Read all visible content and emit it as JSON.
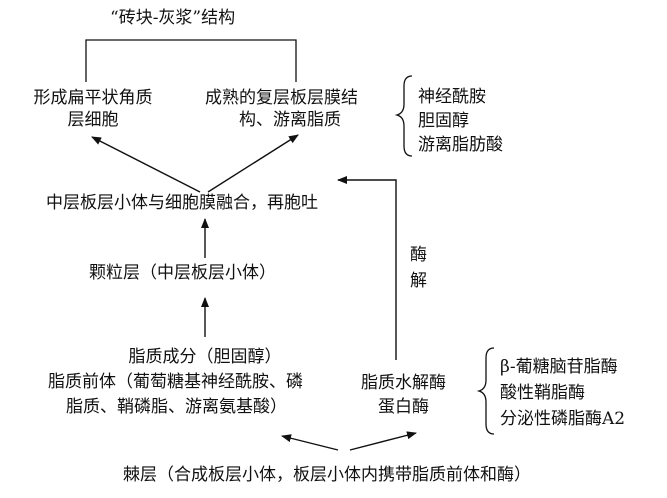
{
  "top_label": "“砖块-灰浆”结构",
  "left_outcome": [
    "形成扁平状角质",
    "层细胞"
  ],
  "right_outcome": [
    "成熟的复层板层膜结",
    "构、游离脂质"
  ],
  "right_outcome_components": [
    "神经酰胺",
    "胆固醇",
    "游离脂肪酸"
  ],
  "fusion_step": "中层板层小体与细胞膜融合，再胞吐",
  "granular_layer": "颗粒层（中层板层小体）",
  "lipid_block": [
    "脂质成分（胆固醇）",
    "脂质前体（葡萄糖基神经酰胺、磷",
    "脂质、鞘磷脂、游离氨基酸）"
  ],
  "enzyme_action": [
    "酶",
    "解"
  ],
  "hydrolase_block": [
    "脂质水解酶",
    "蛋白酶"
  ],
  "hydrolase_list": [
    "β-葡糖脑苷脂酶",
    "酸性鞘脂酶",
    "分泌性磷脂酶A2"
  ],
  "spinous_layer": "棘层（合成板层小体，板层小体内携带脂质前体和酶）"
}
